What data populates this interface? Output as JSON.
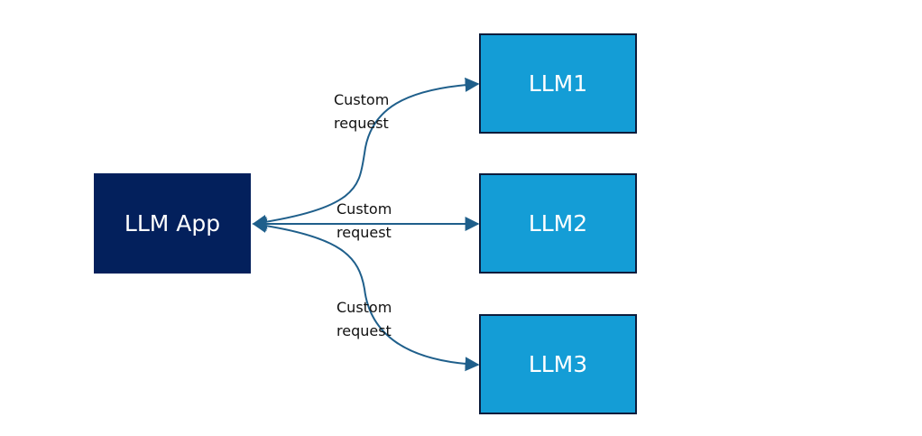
{
  "nodes": {
    "app": {
      "label": "LLM App"
    },
    "llm1": {
      "label": "LLM1"
    },
    "llm2": {
      "label": "LLM2"
    },
    "llm3": {
      "label": "LLM3"
    }
  },
  "edges": [
    {
      "label": "Custom request"
    },
    {
      "label": "Custom request"
    },
    {
      "label": "Custom request"
    }
  ],
  "colors": {
    "app_fill": "#03205c",
    "llm_fill": "#149dd6",
    "arrow": "#1f5f8b"
  }
}
